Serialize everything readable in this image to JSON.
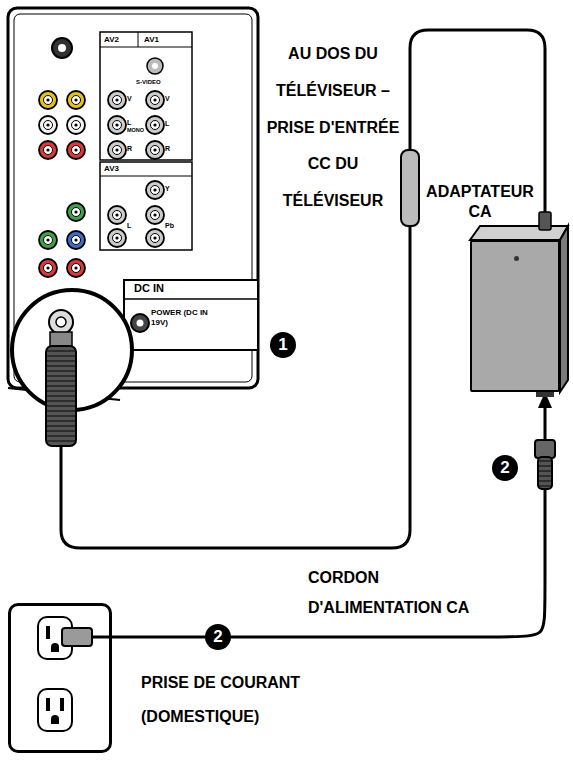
{
  "diagram": {
    "nodes": [
      {
        "text": [
          "ADAPTATEUR CA"
        ]
      },
      {
        "text": [
          "PRISE DE COURANT (DOMESTIQUE)"
        ]
      }
    ],
    "edges": [
      {
        "from": 1,
        "to": 0,
        "arrow": "to",
        "label": "CORDON D'ALIMENTATION CA"
      }
    ],
    "labels": [
      "AU DOS DU TÉLÉVISEUR – PRISE D'ENTRÉE CC DU TÉLÉVISEUR",
      "AV2",
      "AV1",
      "S-VIDEO",
      "V",
      "V",
      "L",
      "MONO",
      "L",
      "R",
      "R",
      "AV3",
      "Y",
      "L",
      "Pb",
      "DC IN",
      "POWER (DC IN 19V)",
      "1",
      "2",
      "2"
    ]
  }
}
